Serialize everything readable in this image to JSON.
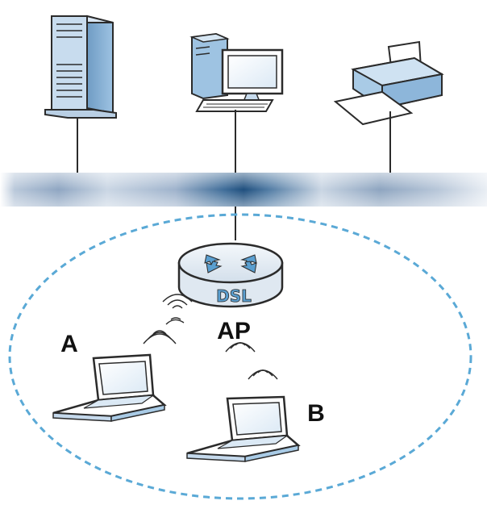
{
  "labels": {
    "router_text": "DSL",
    "ap": "AP",
    "client_a": "A",
    "client_b": "B"
  },
  "colors": {
    "network_bar": "#2f5f8e",
    "wireless_boundary": "#5aa9d6",
    "router_body": "#dfe8f1",
    "router_arrows": "#5a9fd0",
    "router_text": "#5a9fd0",
    "device_blue": "#a9cbe6",
    "outline": "#2b2b2b"
  },
  "icons": {
    "server": "server-tower-icon",
    "desktop": "desktop-computer-icon",
    "printer": "printer-icon",
    "router": "dsl-router-icon",
    "laptop_a": "laptop-icon",
    "laptop_b": "laptop-icon",
    "signal": "wireless-signal-icon"
  }
}
